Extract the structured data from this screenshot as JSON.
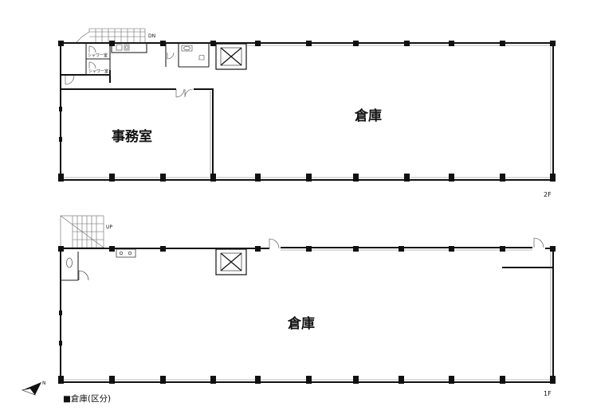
{
  "floor2": {
    "floor_label": "2F",
    "warehouse_label": "倉庫",
    "office_label": "事務室",
    "shower_label_1": "シャワー室",
    "shower_label_2": "シャワー室",
    "stair_label": "DN"
  },
  "floor1": {
    "floor_label": "1F",
    "warehouse_label": "倉庫",
    "stair_label": "UP"
  },
  "caption": "■倉庫(区分)",
  "compass_label": "N"
}
